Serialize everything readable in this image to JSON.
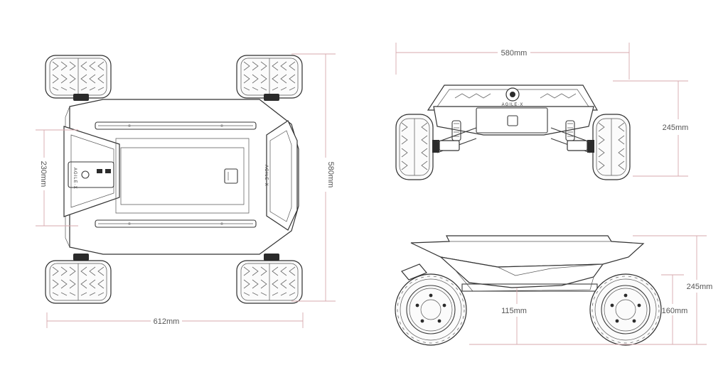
{
  "dimensions": {
    "top_width": "612mm",
    "top_length": "580mm",
    "top_axle_gap": "230mm",
    "front_width": "580mm",
    "front_height": "245mm",
    "side_height": "245mm",
    "side_clearance": "115mm",
    "side_wheel": "160mm"
  },
  "labels": {
    "front_logo": "AGILE·X",
    "top_logo": "AGILE·X"
  },
  "colors": {
    "dimension_line": "#d7a8ad",
    "outline": "#333333"
  }
}
